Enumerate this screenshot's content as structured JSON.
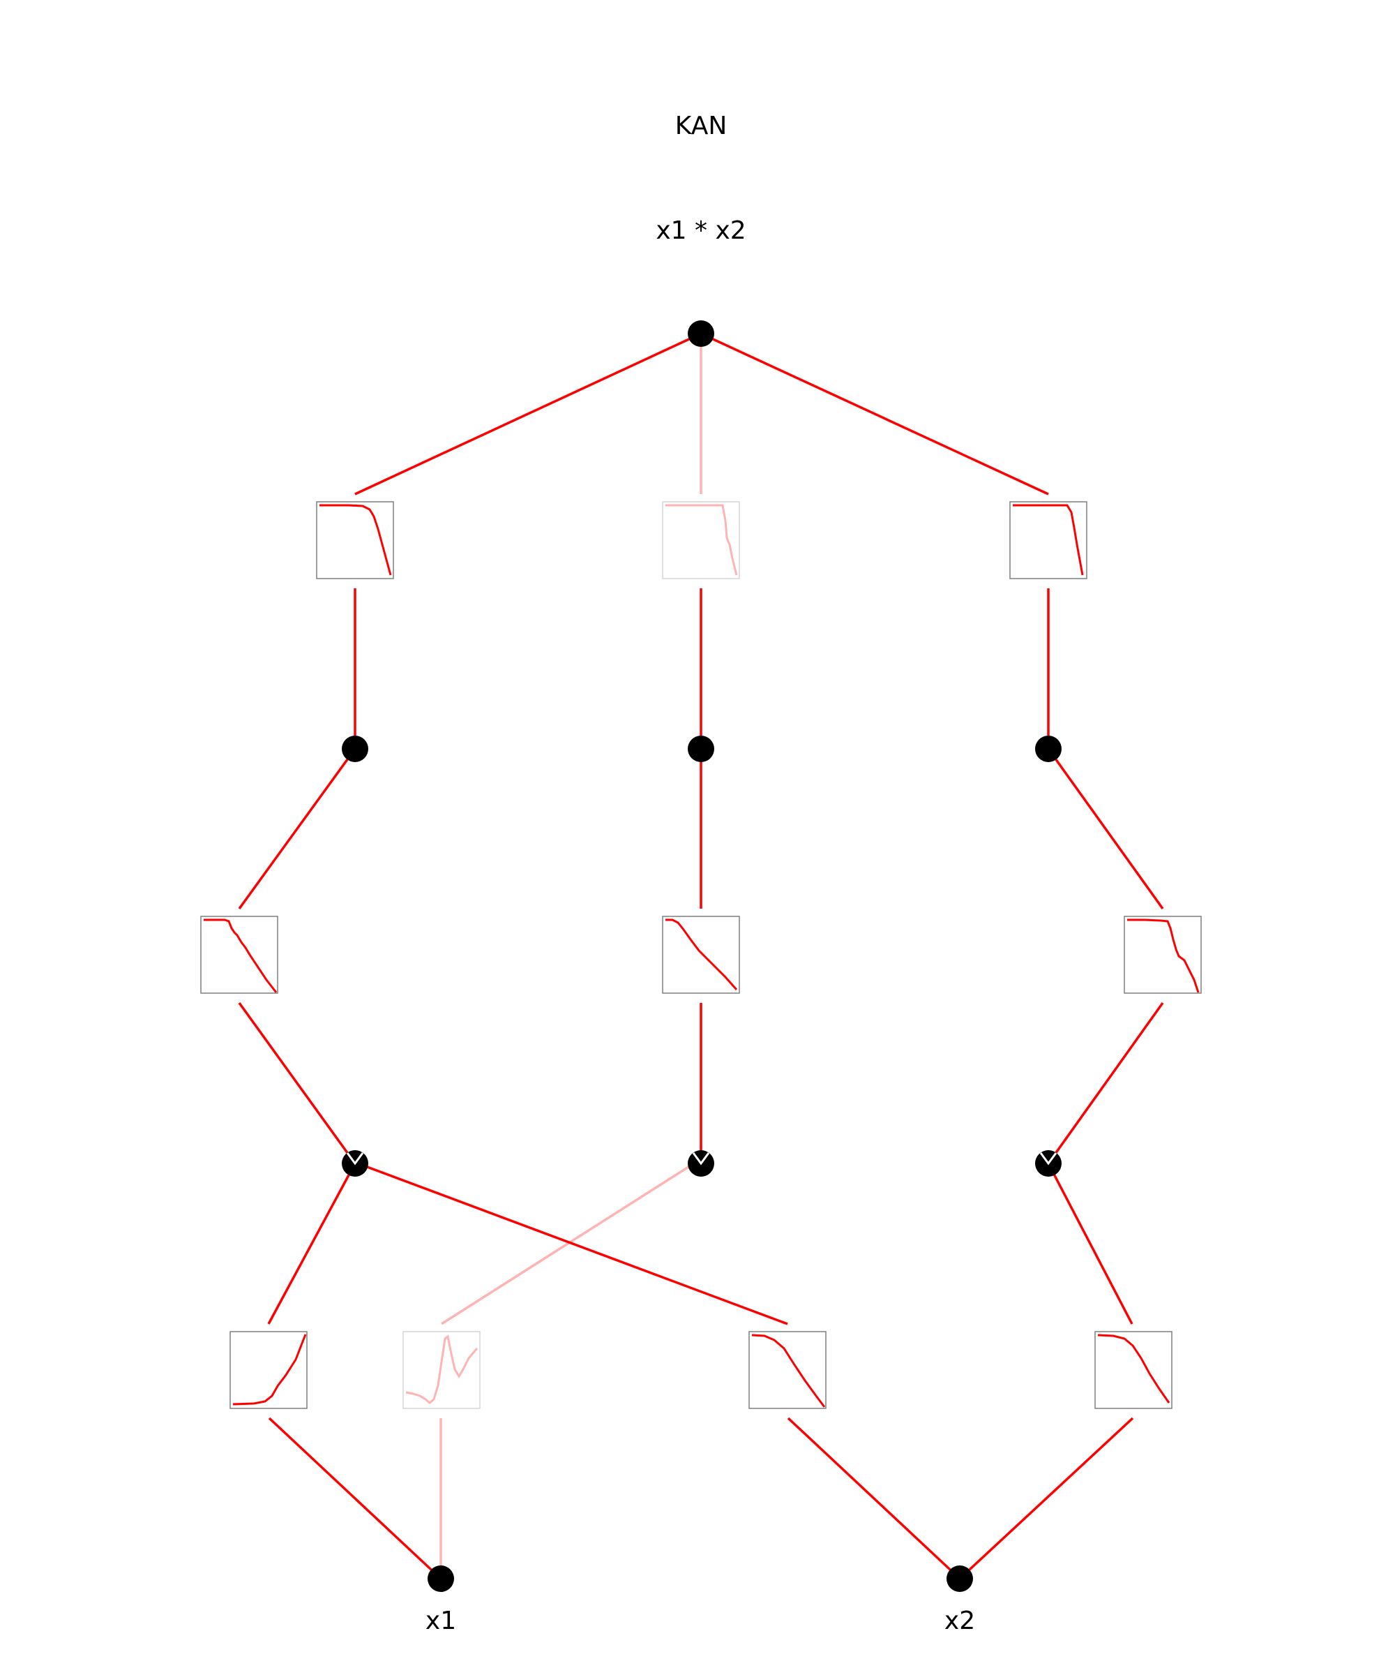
{
  "title": "KAN",
  "formula": "x1 * x2",
  "input_labels": [
    "x1",
    "x2"
  ],
  "colors": {
    "edge_active": "#ff0000",
    "edge_faded": "#ffb3b3",
    "node": "#000000",
    "box_border_active": "#7f7f7f",
    "box_border_faded": "#d6d6d6"
  },
  "network": {
    "layers": [
      {
        "name": "input",
        "nodes": 2
      },
      {
        "name": "hidden-1",
        "nodes": 3
      },
      {
        "name": "hidden-2",
        "nodes": 3
      },
      {
        "name": "output",
        "nodes": 1
      }
    ],
    "edges": [
      {
        "id": "in1-h1a",
        "from": "x1",
        "to": "h1-1",
        "curve": "sigmoid-rise",
        "faded": false
      },
      {
        "id": "in1-h1b",
        "from": "x1",
        "to": "h1-2",
        "curve": "wavelet",
        "faded": true
      },
      {
        "id": "in2-h1a",
        "from": "x2",
        "to": "h1-1",
        "curve": "smooth-decrease",
        "faded": false
      },
      {
        "id": "in2-h1c",
        "from": "x2",
        "to": "h1-3",
        "curve": "smooth-decrease",
        "faded": false
      },
      {
        "id": "h1a-h2a",
        "from": "h1-1",
        "to": "h2-1",
        "curve": "step-then-linear-decrease",
        "faded": false
      },
      {
        "id": "h1b-h2b",
        "from": "h1-2",
        "to": "h2-2",
        "curve": "linear-decrease",
        "faded": false
      },
      {
        "id": "h1c-h2c",
        "from": "h1-3",
        "to": "h2-3",
        "curve": "plateau-then-drop",
        "faded": false
      },
      {
        "id": "h2a-out",
        "from": "h2-1",
        "to": "out",
        "curve": "plateau-then-drop",
        "faded": false
      },
      {
        "id": "h2b-out",
        "from": "h2-2",
        "to": "out",
        "curve": "plateau-then-drop",
        "faded": true
      },
      {
        "id": "h2c-out",
        "from": "h2-3",
        "to": "out",
        "curve": "plateau-then-drop",
        "faded": false
      }
    ]
  }
}
